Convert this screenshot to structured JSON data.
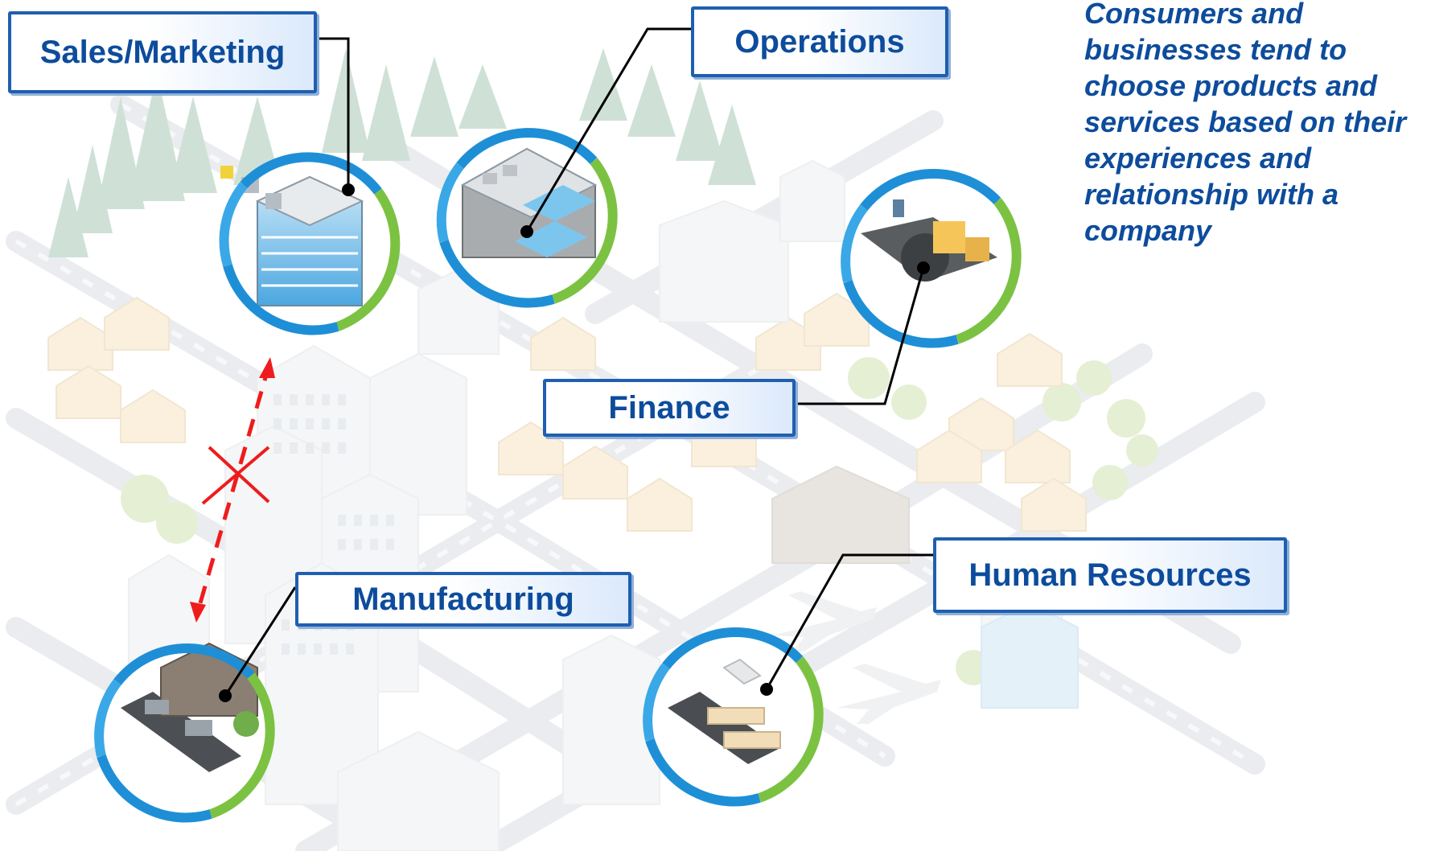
{
  "labels": {
    "sales": "Sales/Marketing",
    "operations": "Operations",
    "finance": "Finance",
    "manufacturing": "Manufacturing",
    "human_resources": "Human Resources"
  },
  "quote": "Consumers and businesses tend to choose products and services based on their experiences and relationship with a company",
  "colors": {
    "label_text": "#0d4c9c",
    "label_border": "#1f5fb0",
    "ring_blue": "#1e8fd6",
    "ring_green": "#7cc242",
    "broken_link": "#ee1c1c",
    "connector": "#000000"
  },
  "broken_link": {
    "from": "Sales/Marketing",
    "to": "Manufacturing",
    "state": "broken"
  }
}
